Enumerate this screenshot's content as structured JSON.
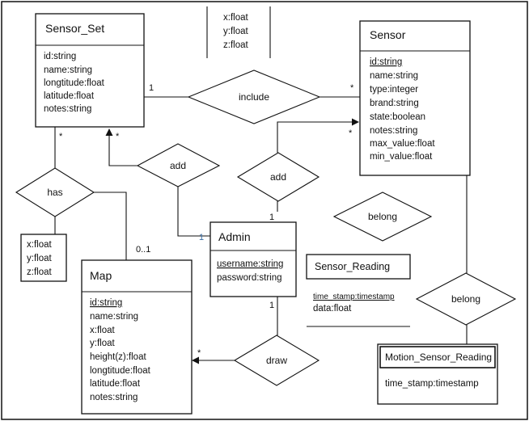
{
  "entities": {
    "sensor_set": {
      "title": "Sensor_Set",
      "attrs": [
        "id:string",
        "name:string",
        "longtitude:float",
        "latitude:float",
        "notes:string"
      ]
    },
    "sensor": {
      "title": "Sensor",
      "attrs": [
        "id:string",
        "name:string",
        "type:integer",
        "brand:string",
        "state:boolean",
        "notes:string",
        "max_value:float",
        "min_value:float"
      ]
    },
    "admin": {
      "title": "Admin",
      "attrs": [
        "username:string",
        "password:string"
      ]
    },
    "map": {
      "title": "Map",
      "attrs": [
        "id:string",
        "name:string",
        "x:float",
        "y:float",
        "height(z):float",
        "longtitude:float",
        "latitude:float",
        "notes:string"
      ]
    },
    "sensor_reading": {
      "title": "Sensor_Reading",
      "attrs": [
        "time_stamp:timestamp",
        "data:float"
      ]
    },
    "motion_sensor_reading": {
      "title": "Motion_Sensor_Reading",
      "attrs": [
        "time_stamp:timestamp"
      ]
    },
    "xyz_top": {
      "attrs": [
        "x:float",
        "y:float",
        "z:float"
      ]
    },
    "xyz_left": {
      "attrs": [
        "x:float",
        "y:float",
        "z:float"
      ]
    }
  },
  "relationships": {
    "include": "include",
    "add_left": "add",
    "add_right": "add",
    "has": "has",
    "belong_top": "belong",
    "belong_bottom": "belong",
    "draw": "draw"
  },
  "multiplicities": {
    "include_set": "1",
    "include_sensor": "*",
    "add_sensor": "*",
    "add_admin_right": "1",
    "add_set": "*",
    "add_admin_left": "1",
    "has_set": "*",
    "has_map": "0..1",
    "draw_admin": "1",
    "draw_map": "*"
  }
}
